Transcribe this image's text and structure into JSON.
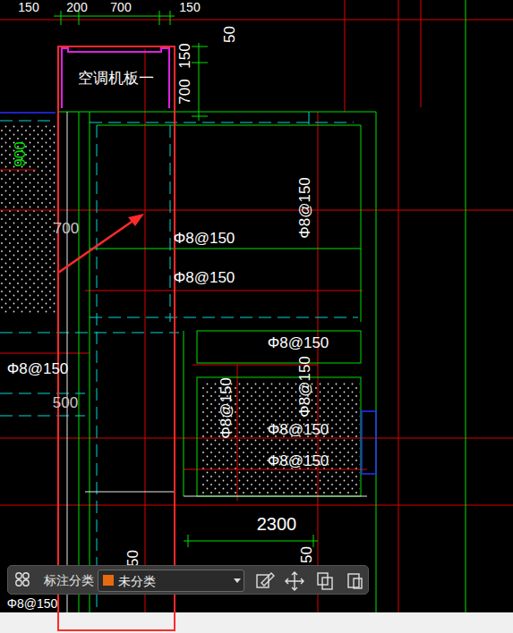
{
  "diagram": {
    "nodes": [
      {
        "text": [
          "空调机板一"
        ]
      },
      {
        "text": [
          "标注分类"
        ]
      },
      {
        "text": [
          "未分类"
        ],
        "in": 1
      }
    ],
    "labels": [
      "150",
      "200",
      "700",
      "150",
      "50",
      "700",
      "150",
      "900",
      "700",
      "Φ8@150",
      "Φ8@150",
      "Φ8@150",
      "Φ8@150",
      "Φ8@150",
      "500",
      "Φ8@150",
      "Φ8@150",
      "Φ8@150",
      "Φ8@150",
      "2300",
      "50",
      "50",
      "Φ8@150"
    ]
  }
}
